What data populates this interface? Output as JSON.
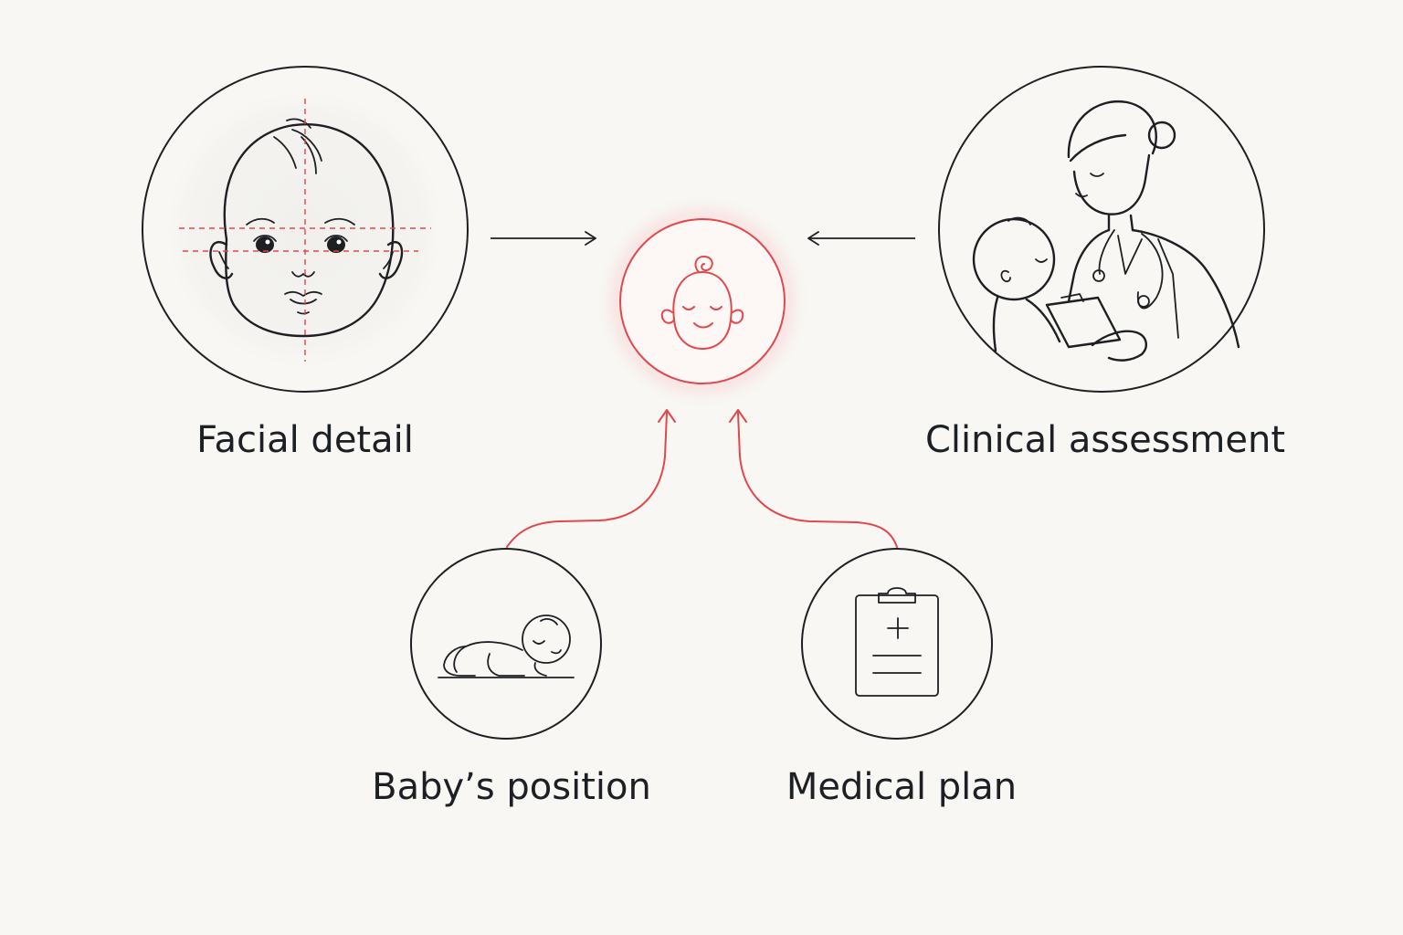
{
  "diagram": {
    "nodes": {
      "facial_detail": {
        "label": "Facial detail",
        "icon": "baby-face-measurement-icon"
      },
      "clinical_assessment": {
        "label": "Clinical assessment",
        "icon": "doctor-holding-baby-icon"
      },
      "babys_position": {
        "label": "Baby’s position",
        "icon": "baby-crawling-icon"
      },
      "medical_plan": {
        "label": "Medical plan",
        "icon": "clipboard-plus-icon"
      },
      "center": {
        "icon": "baby-head-icon"
      }
    },
    "colors": {
      "accent": "#e2484b",
      "ink": "#1d1f23",
      "background": "#f8f7f3"
    }
  }
}
